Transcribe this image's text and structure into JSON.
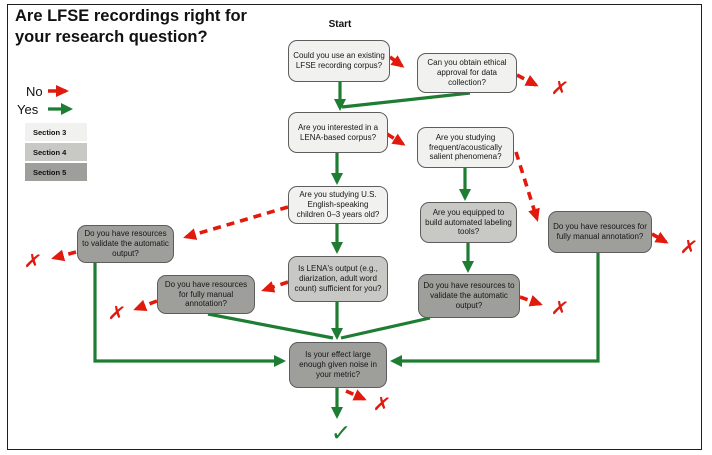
{
  "title": "Are LFSE recordings right for your research question?",
  "legend": {
    "no_label": "No",
    "yes_label": "Yes",
    "no_color": "#e2190d",
    "yes_color": "#1e7d33"
  },
  "sections": [
    {
      "label": "Section 3",
      "color": "#f1f1ef"
    },
    {
      "label": "Section 4",
      "color": "#c8c8c4"
    },
    {
      "label": "Section 5",
      "color": "#9e9e9a"
    }
  ],
  "flowchart": {
    "start_label": "Start",
    "nodes": [
      {
        "id": "use-existing-corpus",
        "section": "Section 3",
        "text": "Could you use an existing LFSE recording corpus?"
      },
      {
        "id": "ethical-approval",
        "section": "Section 3",
        "text": "Can you obtain ethical approval for data collection?"
      },
      {
        "id": "lena-based-corpus",
        "section": "Section 3",
        "text": "Are you interested in a LENA-based corpus?"
      },
      {
        "id": "salient-phenomena",
        "section": "Section 3",
        "text": "Are you studying frequent/acoustically salient phenomena?"
      },
      {
        "id": "us-english-children",
        "section": "Section 3",
        "text": "Are you studying U.S. English-speaking children 0–3 years old?"
      },
      {
        "id": "automated-labeling-tools",
        "section": "Section 4",
        "text": "Are you equipped to build automated labeling tools?"
      },
      {
        "id": "manual-annotation-right",
        "section": "Section 5",
        "text": "Do you have resources for fully manual annotation?"
      },
      {
        "id": "validate-output-right",
        "section": "Section 5",
        "text": "Do you have resources to validate the automatic output?"
      },
      {
        "id": "validate-output-left",
        "section": "Section 5",
        "text": "Do you have resources to validate the automatic output?"
      },
      {
        "id": "lena-output-sufficient",
        "section": "Section 4",
        "text": "Is LENA's output (e.g., diarization, adult word count) sufficient for you?"
      },
      {
        "id": "manual-annotation-left",
        "section": "Section 5",
        "text": "Do you have resources for fully manual annotation?"
      },
      {
        "id": "effect-size",
        "section": "Section 5",
        "text": "Is your effect large enough given noise in your metric?"
      }
    ],
    "outcomes": {
      "no_symbol": "✗",
      "yes_symbol": "✓"
    }
  }
}
